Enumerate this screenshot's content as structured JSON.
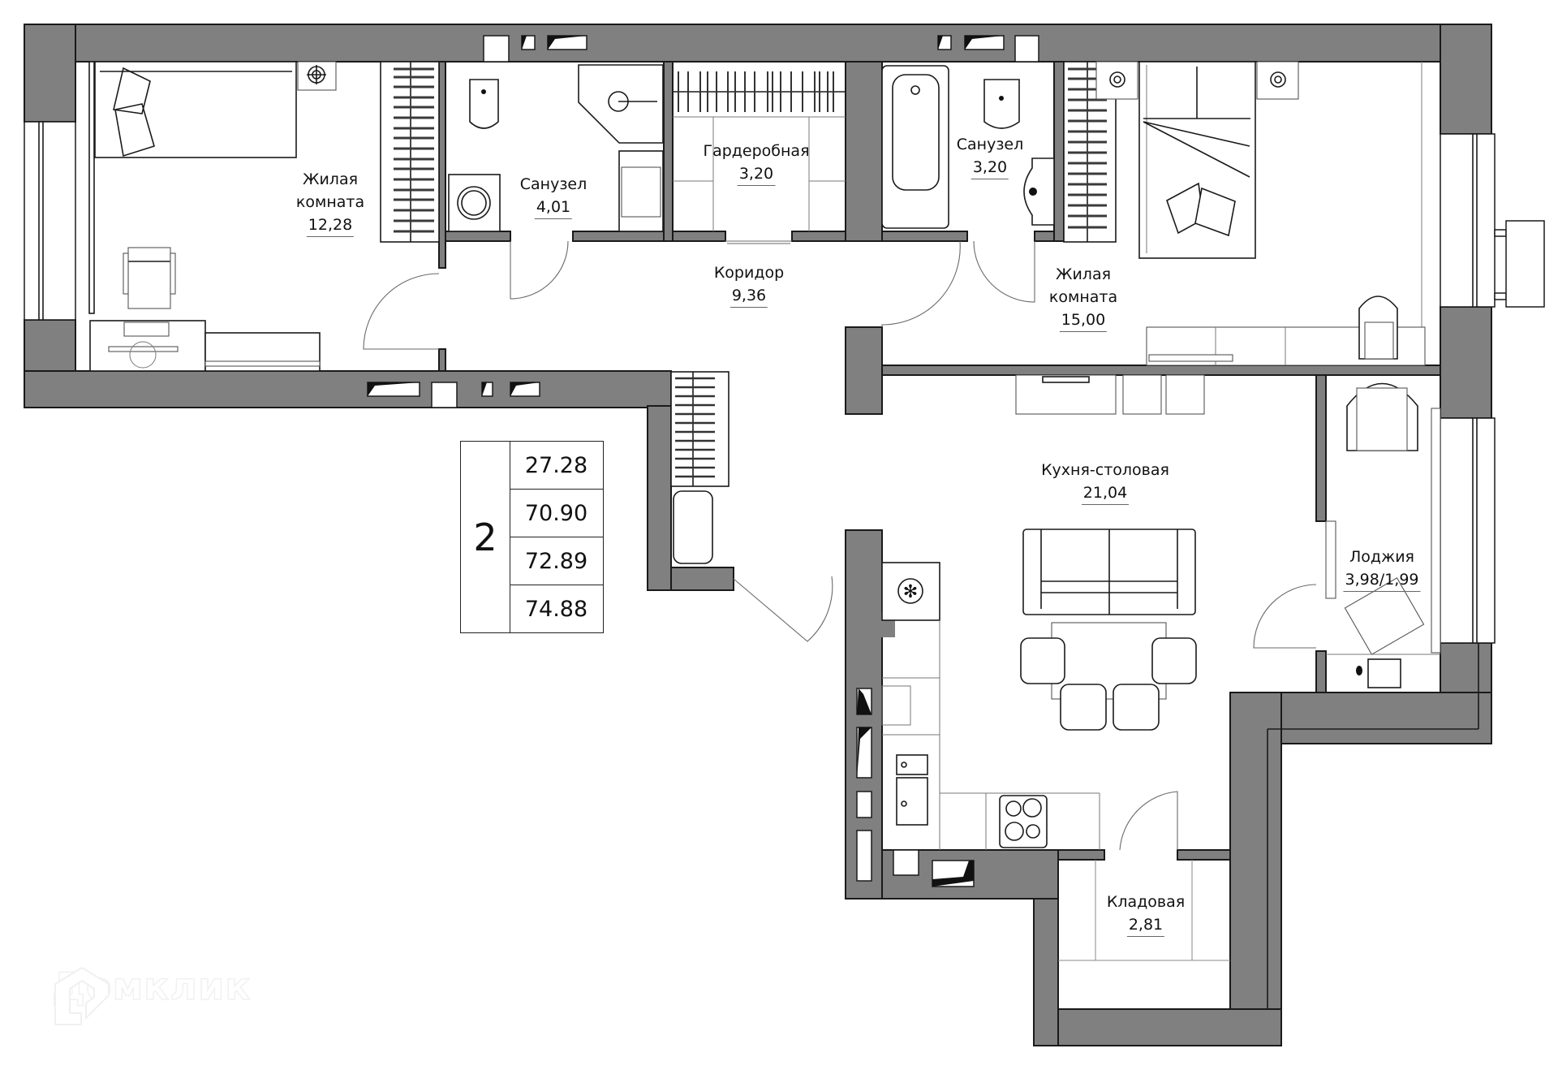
{
  "plan": {
    "rooms": [
      {
        "id": "bedroom-1",
        "name_line1": "Жилая",
        "name_line2": "комната",
        "area": "12,28"
      },
      {
        "id": "bathroom-1",
        "name_line1": "Санузел",
        "area": "4,01"
      },
      {
        "id": "wardrobe",
        "name_line1": "Гардеробная",
        "area": "3,20"
      },
      {
        "id": "corridor",
        "name_line1": "Коридор",
        "area": "9,36"
      },
      {
        "id": "bathroom-2",
        "name_line1": "Санузел",
        "area": "3,20"
      },
      {
        "id": "bedroom-2",
        "name_line1": "Жилая",
        "name_line2": "комната",
        "area": "15,00"
      },
      {
        "id": "kitchen-dining",
        "name_line1": "Кухня-столовая",
        "area": "21,04"
      },
      {
        "id": "loggia",
        "name_line1": "Лоджия",
        "area": "3,98/1,99"
      },
      {
        "id": "storage",
        "name_line1": "Кладовая",
        "area": "2,81"
      }
    ],
    "legend": {
      "rooms_count": "2",
      "values": [
        "27.28",
        "70.90",
        "72.89",
        "74.88"
      ]
    },
    "colors": {
      "wall": "#808080",
      "line": "#1a1a1a",
      "background": "#ffffff"
    },
    "icons": [
      "bed-icon",
      "double-bed-icon",
      "toilet-icon",
      "bathtub-icon",
      "shower-icon",
      "sink-icon",
      "washing-machine-icon",
      "wardrobe-icon",
      "sofa-icon",
      "dining-table-icon",
      "chair-icon",
      "armchair-icon",
      "stove-icon",
      "fridge-icon",
      "kitchen-sink-icon",
      "tv-icon",
      "desk-icon",
      "air-conditioner-icon",
      "lamp-icon",
      "door-icon",
      "window-icon"
    ]
  },
  "watermark": {
    "text": "Домклик"
  }
}
